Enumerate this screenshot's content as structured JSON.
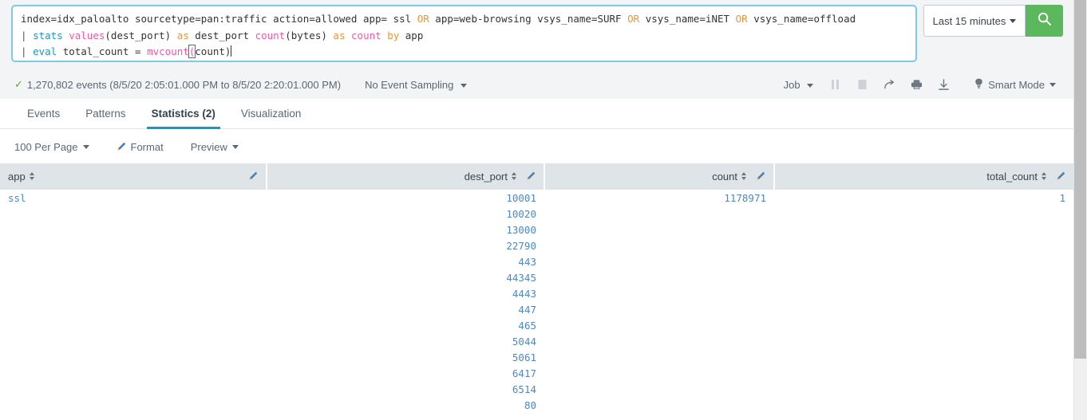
{
  "search": {
    "query_lines": [
      [
        {
          "t": "index=idx_paloalto sourcetype=pan:traffic action=allowed app= ssl ",
          "c": "plain"
        },
        {
          "t": "OR",
          "c": "kw"
        },
        {
          "t": " app=web-browsing vsys_name=SURF ",
          "c": "plain"
        },
        {
          "t": "OR",
          "c": "kw"
        },
        {
          "t": " vsys_name=iNET ",
          "c": "plain"
        },
        {
          "t": "OR",
          "c": "kw"
        },
        {
          "t": " vsys_name=offload",
          "c": "plain"
        }
      ],
      [
        {
          "t": "| ",
          "c": "pipe"
        },
        {
          "t": "stats",
          "c": "cmd"
        },
        {
          "t": " ",
          "c": "plain"
        },
        {
          "t": "values",
          "c": "fn"
        },
        {
          "t": "(dest_port) ",
          "c": "plain"
        },
        {
          "t": "as",
          "c": "kw"
        },
        {
          "t": " dest_port ",
          "c": "plain"
        },
        {
          "t": "count",
          "c": "fn"
        },
        {
          "t": "(bytes) ",
          "c": "plain"
        },
        {
          "t": "as",
          "c": "kw"
        },
        {
          "t": " ",
          "c": "plain"
        },
        {
          "t": "count",
          "c": "fn"
        },
        {
          "t": " ",
          "c": "plain"
        },
        {
          "t": "by",
          "c": "kw"
        },
        {
          "t": " app",
          "c": "plain"
        }
      ],
      [
        {
          "t": "| ",
          "c": "pipe"
        },
        {
          "t": "eval",
          "c": "cmd"
        },
        {
          "t": " total_count = ",
          "c": "plain"
        },
        {
          "t": "mvcount",
          "c": "fn"
        },
        {
          "t": "(",
          "c": "paren"
        },
        {
          "t": "count)",
          "c": "plain"
        }
      ]
    ],
    "time_range_label": "Last 15 minutes",
    "search_button_icon": "search-icon"
  },
  "status": {
    "check_glyph": "✓",
    "events_text": "1,270,802 events (8/5/20 2:05:01.000 PM to 8/5/20 2:20:01.000 PM)",
    "sampling_label": "No Event Sampling",
    "job_label": "Job",
    "controls": [
      {
        "name": "pause-icon",
        "state": "disabled"
      },
      {
        "name": "stop-icon",
        "state": "disabled"
      },
      {
        "name": "share-icon",
        "state": "active"
      },
      {
        "name": "print-icon",
        "state": "active"
      },
      {
        "name": "export-icon",
        "state": "active"
      }
    ],
    "mode_label": "Smart Mode"
  },
  "tabs": [
    {
      "label": "Events",
      "active": false
    },
    {
      "label": "Patterns",
      "active": false
    },
    {
      "label": "Statistics (2)",
      "active": true
    },
    {
      "label": "Visualization",
      "active": false
    }
  ],
  "results_toolbar": {
    "per_page_label": "100 Per Page",
    "format_label": "Format",
    "preview_label": "Preview"
  },
  "table": {
    "columns": [
      {
        "name": "app",
        "align": "left"
      },
      {
        "name": "dest_port",
        "align": "right"
      },
      {
        "name": "count",
        "align": "right"
      },
      {
        "name": "total_count",
        "align": "right"
      }
    ],
    "rows": [
      {
        "app": "ssl",
        "dest_port": [
          "10001",
          "10020",
          "13000",
          "22790",
          "443",
          "44345",
          "4443",
          "447",
          "465",
          "5044",
          "5061",
          "6417",
          "6514",
          "80"
        ],
        "count": "1178971",
        "total_count": "1"
      }
    ]
  },
  "colors": {
    "accent_blue": "#0c9bd7",
    "search_green": "#5cb85c",
    "link_blue": "#4f88c2",
    "header_bg": "#dfe4e9",
    "chrome_bg": "#f2f4f5"
  }
}
